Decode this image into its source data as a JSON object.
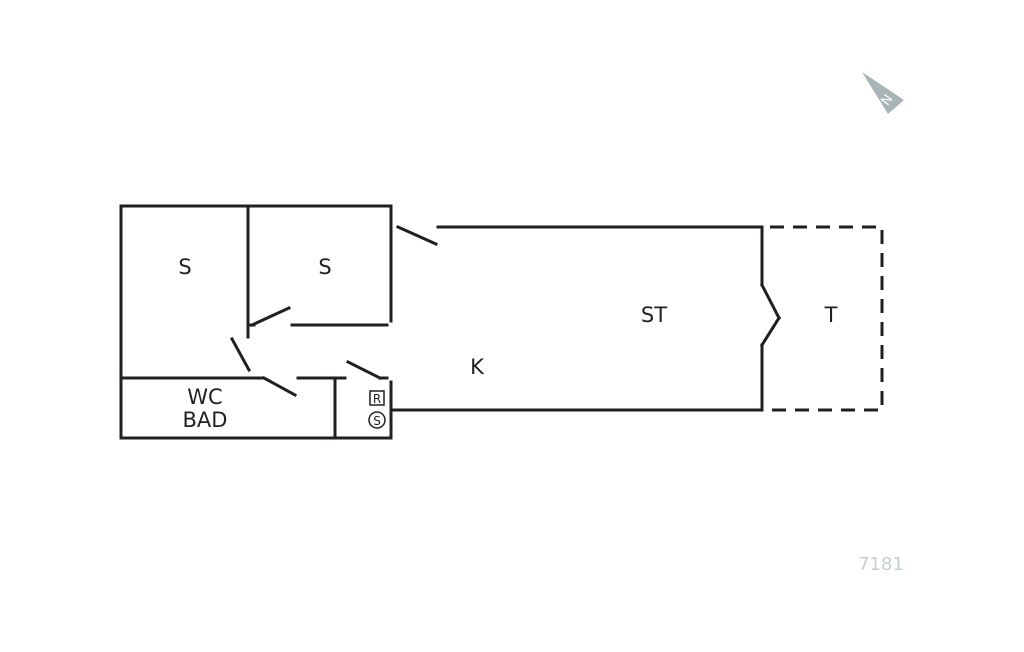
{
  "rooms": {
    "bedroom1": "S",
    "bedroom2": "S",
    "wc": "WC",
    "bath": "BAD",
    "kitchen": "K",
    "living": "ST",
    "terrace": "T"
  },
  "symbols": {
    "r": "R",
    "s": "S"
  },
  "compass": {
    "label": "N",
    "color": "#a9b4b6"
  },
  "plan_id": "7181",
  "colors": {
    "wall": "#231f20",
    "id_text": "#c5cfd0"
  }
}
